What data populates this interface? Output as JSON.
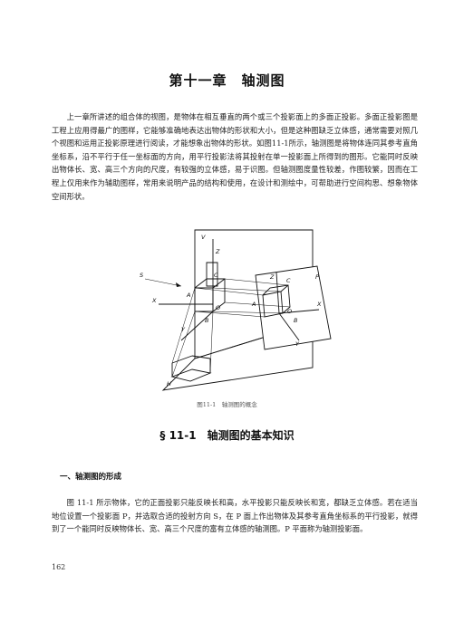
{
  "chapter_title": "第十一章　轴测图",
  "intro_paragraph": "上一章所讲述的组合体的视图，是物体在相互垂直的两个或三个投影面上的多面正投影。多面正投影图是工程上应用得最广的图样，它能够准确地表达出物体的形状和大小，但是这种图缺乏立体感，通常需要对照几个视图和运用正投影原理进行阅读，才能想象出物体的形状。如图11-1所示，轴测图是将物体连同其参考直角坐标系，沿不平行于任一坐标面的方向，用平行投影法将其投射在单一投影面上所得到的图形。它能同时反映出物体长、宽、高三个方向的尺度，有较强的立体感，易于识图。但轴测图度量性较差，作图较繁，因而在工程上仅用来作为辅助图样，常用来说明产品的结构和使用，在设计和测绘中，可帮助进行空间构思、想象物体空间形状。",
  "figure": {
    "caption": "图11-1　轴测图的概念",
    "labels": {
      "v": "V",
      "z": "Z",
      "s": "S",
      "x": "X",
      "o": "O",
      "a": "A",
      "b": "B",
      "y": "Y",
      "h": "H",
      "p": "P",
      "z1": "Z",
      "c1": "C",
      "a1": "A",
      "o1": "O",
      "b1": "B",
      "x1": "X",
      "y1": "Y",
      "c": "C"
    }
  },
  "section_title": "§ 11-1　轴测图的基本知识",
  "subsection_title": "一、轴测图的形成",
  "body_paragraph": "图 11-1 所示物体，它的正面投影只能反映长和高，水平投影只能反映长和宽，都缺乏立体感。若在适当地位设置一个投影面 P，并选取合适的投射方向 S，在 P 面上作出物体及其参考直角坐标系的平行投影，就得到了一个能同时反映物体长、宽、高三个尺度的富有立体感的轴测图。P 平面称为轴测投影面。",
  "page_number": "162"
}
